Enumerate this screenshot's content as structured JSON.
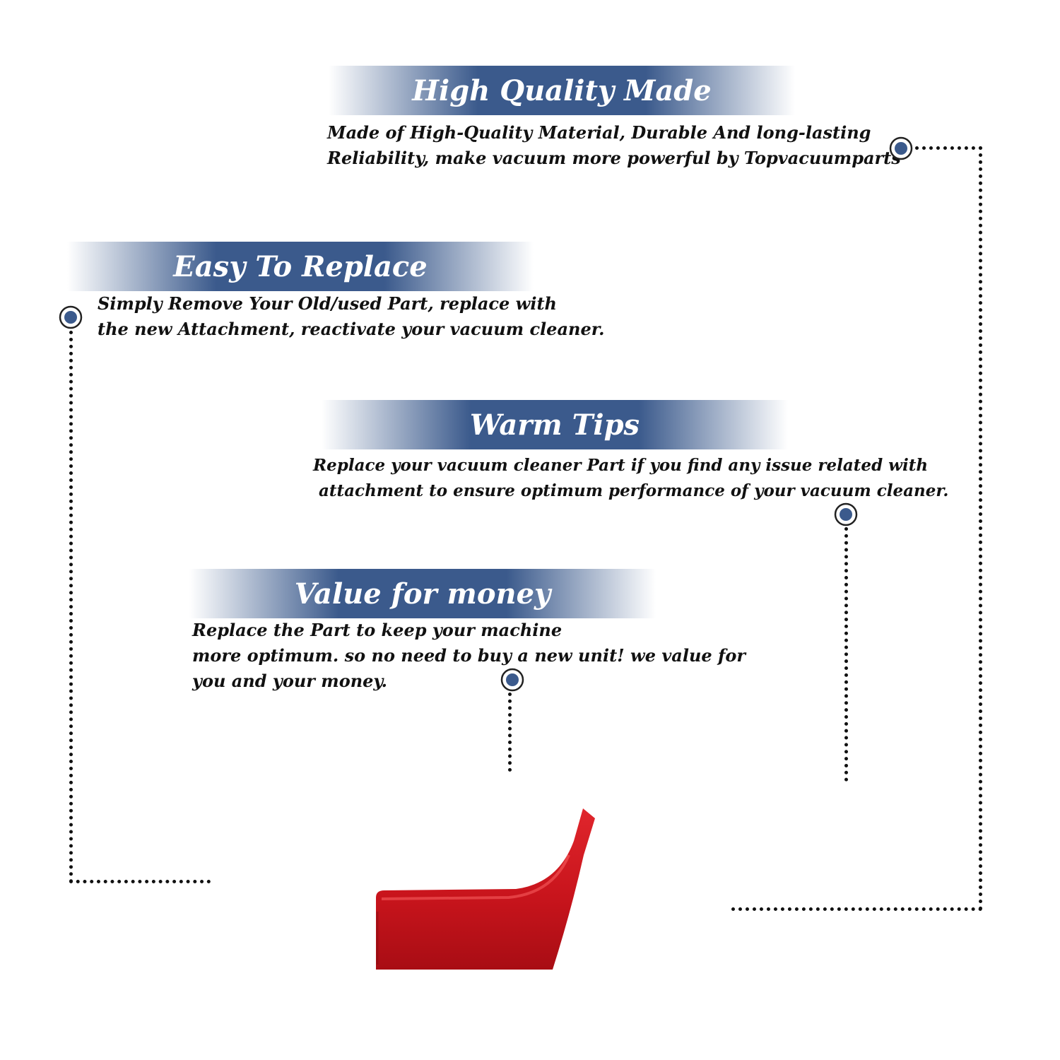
{
  "sections": [
    {
      "title": "High Quality Made",
      "lines": [
        "Made of  High-Quality Material, Durable And long-lasting",
        "Reliability, make vacuum more powerful by Topvacuumparts"
      ]
    },
    {
      "title": "Easy To Replace",
      "lines": [
        "Simply Remove Your Old/used Part, replace with",
        "the new Attachment, reactivate your vacuum cleaner."
      ]
    },
    {
      "title": "Warm Tips",
      "lines": [
        "Replace your vacuum cleaner Part if you find any issue related with",
        " attachment to ensure optimum performance of your vacuum cleaner."
      ]
    },
    {
      "title": "Value for money",
      "lines": [
        "Replace the Part to keep your machine",
        "more optimum. so no need to buy a new unit! we value for",
        "you and your money."
      ]
    }
  ],
  "colors": {
    "banner": "#3b5a8c",
    "marker": "#3b5a8c",
    "dots": "#111111",
    "product": "#c8141c"
  },
  "icons": {
    "marker": "target-marker-icon",
    "product": "red-vacuum-attachment-image"
  }
}
